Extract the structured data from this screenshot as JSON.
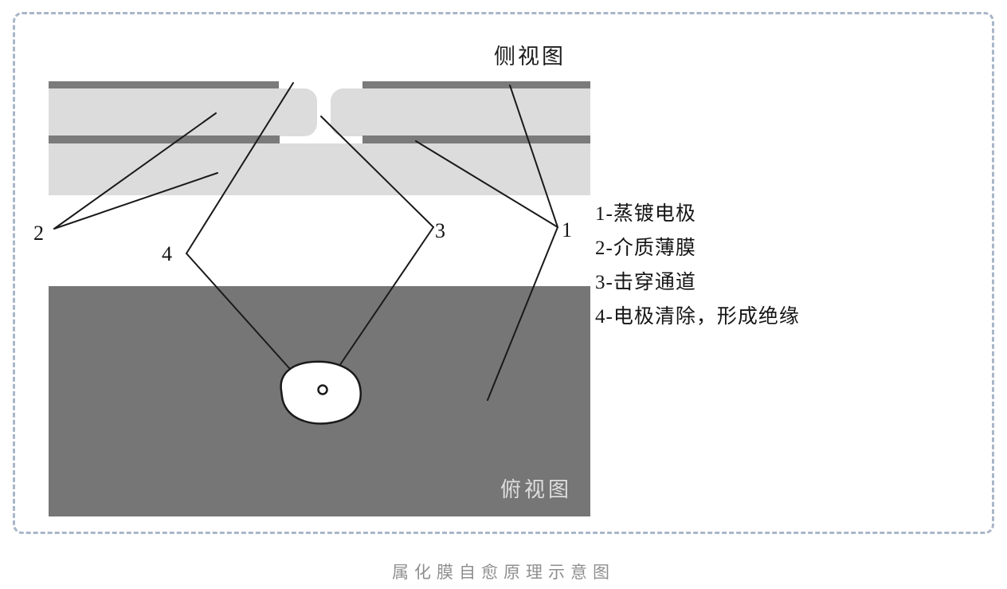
{
  "diagram": {
    "side_view_label": "侧视图",
    "top_view_label": "俯视图",
    "caption": "属化膜自愈原理示意图",
    "callouts": {
      "n1": "1",
      "n2": "2",
      "n3": "3",
      "n4": "4"
    },
    "legend": {
      "items": [
        {
          "text": "1-蒸镀电极"
        },
        {
          "text": "2-介质薄膜"
        },
        {
          "text": "3-击穿通道"
        },
        {
          "text": "4-电极清除，形成绝缘"
        }
      ]
    },
    "colors": {
      "electrode_bar": "#7b7b7b",
      "dielectric_film": "#dcdcdc",
      "top_view_panel": "#767676",
      "top_view_label_text": "#dedede",
      "dashed_border": "#a9b6c8",
      "leader_line": "#1a1a1a",
      "caption_text": "#8f8f8f",
      "self_heal_blob_fill": "#ffffff"
    }
  }
}
